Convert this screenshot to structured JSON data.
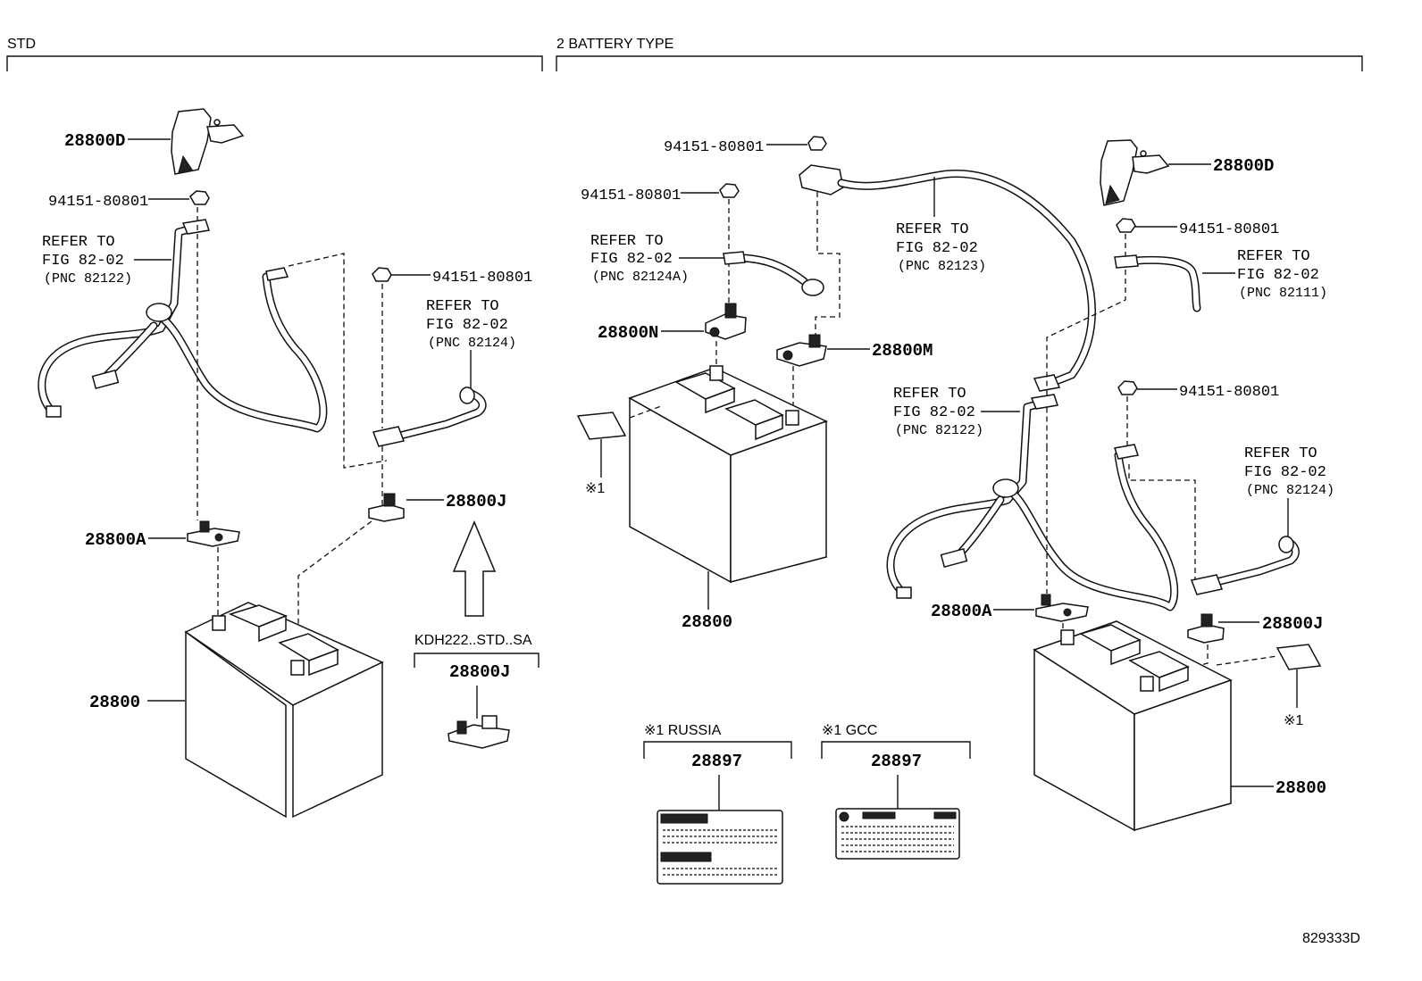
{
  "sections": {
    "std": "STD",
    "two_battery": "2 BATTERY TYPE"
  },
  "parts": {
    "clamp_d": "28800D",
    "nut": "94151-80801",
    "terminal_a": "28800A",
    "terminal_j": "28800J",
    "terminal_n": "28800N",
    "terminal_m": "28800M",
    "battery": "28800",
    "label": "28897"
  },
  "refs": {
    "refer_to": "REFER TO",
    "fig": "FIG 82-02",
    "pnc_82122": "(PNC 82122)",
    "pnc_82124": "(PNC 82124)",
    "pnc_82124a": "(PNC 82124A)",
    "pnc_82123": "(PNC 82123)",
    "pnc_82111": "(PNC 82111)"
  },
  "variant": "KDH222..STD..SA",
  "notes": {
    "mark": "※1",
    "russia": "※1 RUSSIA",
    "gcc": "※1 GCC"
  },
  "figure_id": "829333D"
}
